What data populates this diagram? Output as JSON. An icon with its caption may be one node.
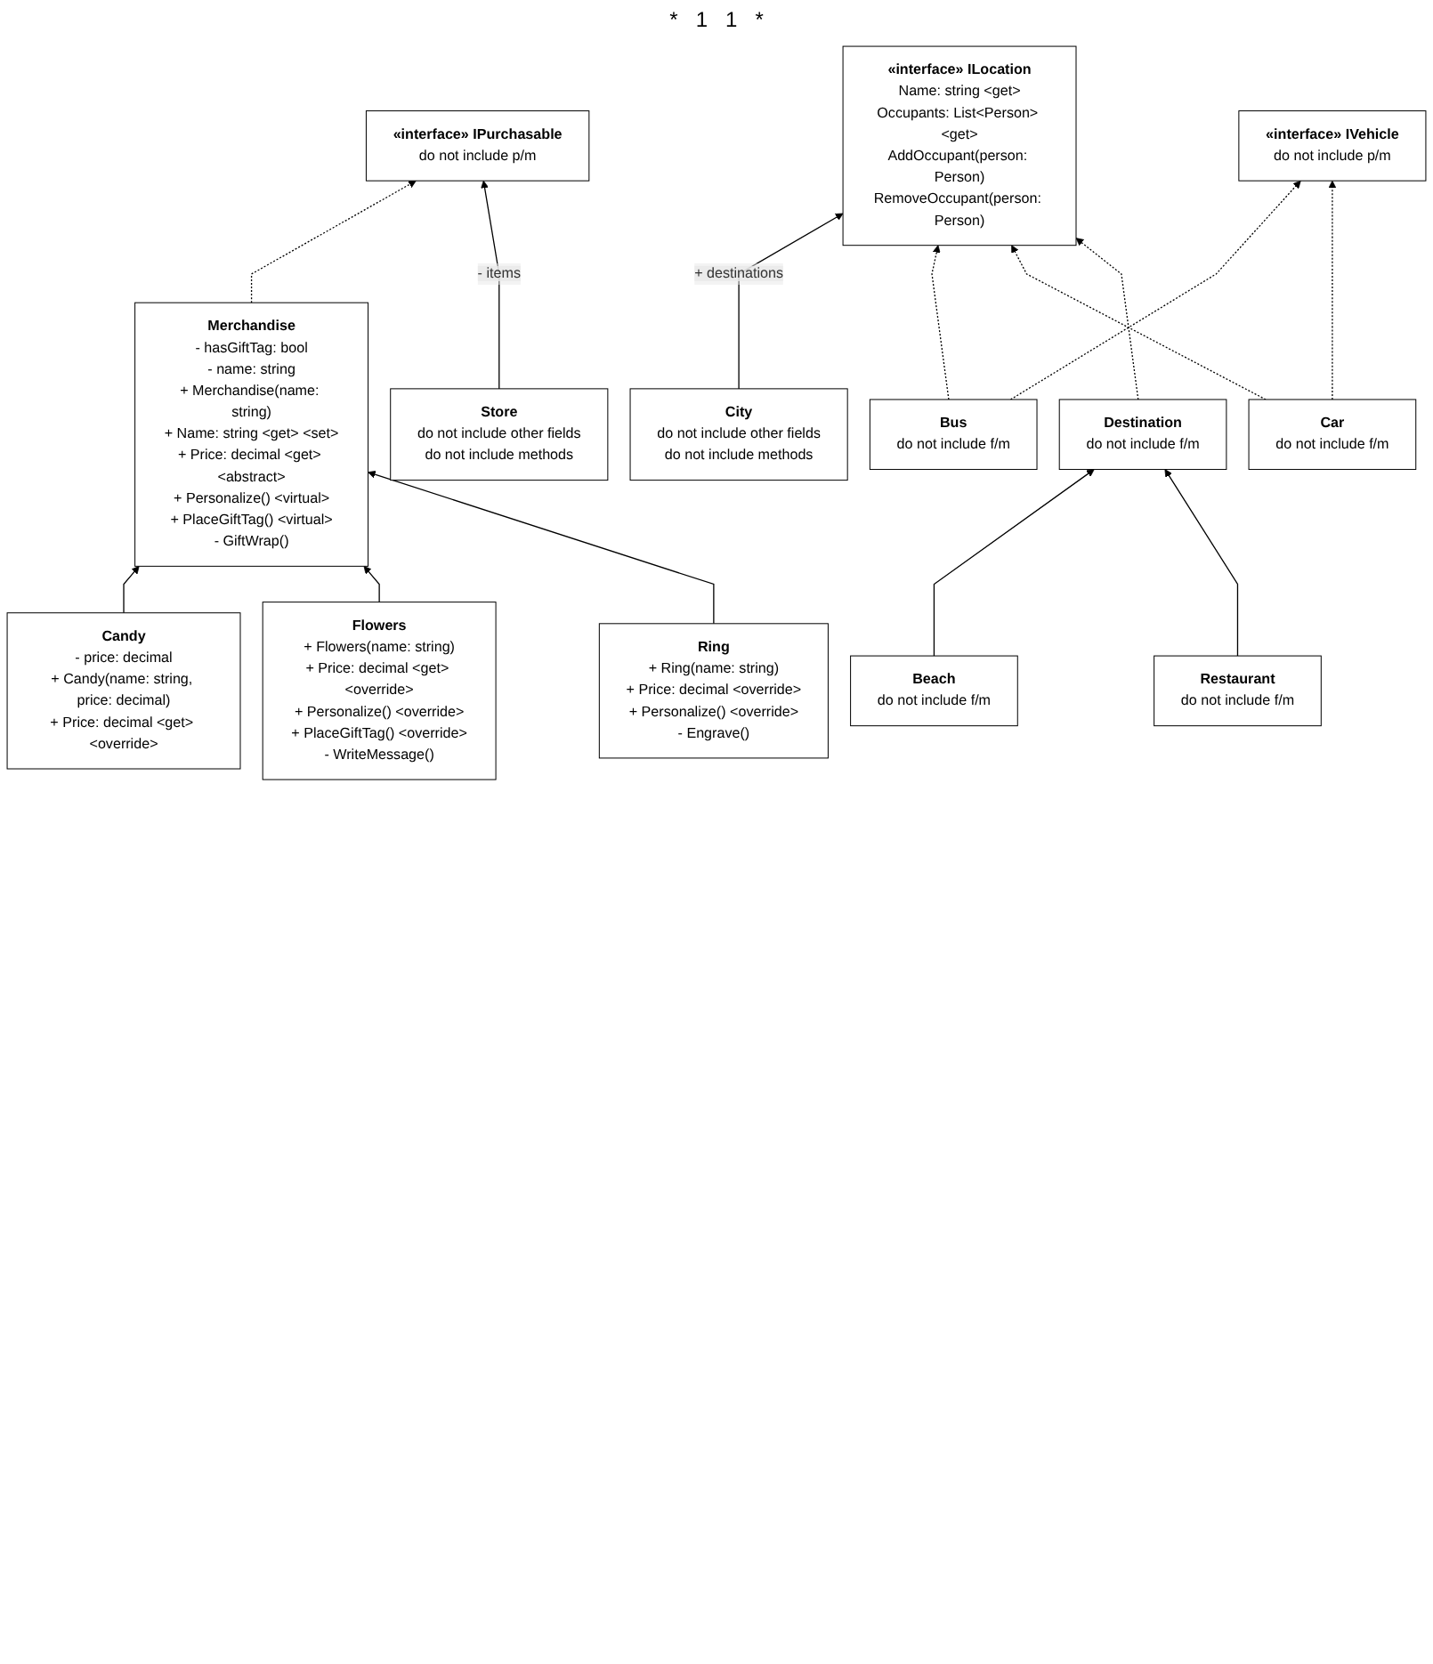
{
  "diagram": {
    "nodes": [
      {
        "text": [
          "«interface» IPurchasable",
          "do not include p/m"
        ]
      },
      {
        "text": [
          "Merchandise",
          "- hasGiftTag: bool",
          "- name: string",
          "+ Merchandise(name: string)",
          "+ Name: string <get> <set>",
          "+ Price: decimal <get> <abstract>",
          "+ Personalize() <virtual>",
          "+ PlaceGiftTag() <virtual>",
          "- GiftWrap()"
        ]
      },
      {
        "text": [
          "Candy",
          "- price: decimal",
          "+ Candy(name: string, price: decimal)",
          "+ Price: decimal <get> <override>"
        ]
      },
      {
        "text": [
          "Store",
          "do not include other fields",
          "do not include methods"
        ]
      },
      {
        "text": [
          "Flowers",
          "+ Flowers(name: string)",
          "+ Price: decimal <get> <override>",
          "+ Personalize() <override>",
          "+ PlaceGiftTag() <override>",
          "- WriteMessage()"
        ]
      },
      {
        "text": [
          "Ring",
          "+ Ring(name: string)",
          "+ Price: decimal <override>",
          "+ Personalize() <override>",
          "- Engrave()"
        ]
      },
      {
        "text": [
          "City",
          "do not include other fields",
          "do not include methods"
        ]
      },
      {
        "text": [
          "«interface» ILocation",
          "Name: string <get>",
          "Occupants: List<Person> <get>",
          "AddOccupant(person: Person)",
          "RemoveOccupant(person: Person)"
        ]
      },
      {
        "text": [
          "«interface» IVehicle",
          "do not include p/m"
        ]
      },
      {
        "text": [
          "Bus",
          "do not include f/m"
        ]
      },
      {
        "text": [
          "Car",
          "do not include f/m"
        ]
      },
      {
        "text": [
          "Destination",
          "do not include f/m"
        ]
      },
      {
        "text": [
          "Beach",
          "do not include f/m"
        ]
      },
      {
        "text": [
          "Restaurant",
          "do not include f/m"
        ]
      }
    ],
    "edges": [
      {
        "from": 1,
        "to": 0,
        "arrow": "to",
        "style": "dashed"
      },
      {
        "from": 3,
        "to": 0,
        "arrow": "to",
        "label": "- items"
      },
      {
        "from": 2,
        "to": 1,
        "arrow": "to"
      },
      {
        "from": 4,
        "to": 1,
        "arrow": "to"
      },
      {
        "from": 5,
        "to": 1,
        "arrow": "to"
      },
      {
        "from": 6,
        "to": 7,
        "arrow": "to",
        "label": "+ destinations"
      },
      {
        "from": 9,
        "to": 7,
        "arrow": "to",
        "style": "dashed"
      },
      {
        "from": 10,
        "to": 7,
        "arrow": "to",
        "style": "dashed"
      },
      {
        "from": 11,
        "to": 7,
        "arrow": "to",
        "style": "dashed"
      },
      {
        "from": 9,
        "to": 8,
        "arrow": "to",
        "style": "dashed"
      },
      {
        "from": 10,
        "to": 8,
        "arrow": "to",
        "style": "dashed"
      },
      {
        "from": 12,
        "to": 11,
        "arrow": "to"
      },
      {
        "from": 13,
        "to": 11,
        "arrow": "to"
      }
    ],
    "labels": [
      "*",
      "1",
      "1",
      "*"
    ]
  }
}
